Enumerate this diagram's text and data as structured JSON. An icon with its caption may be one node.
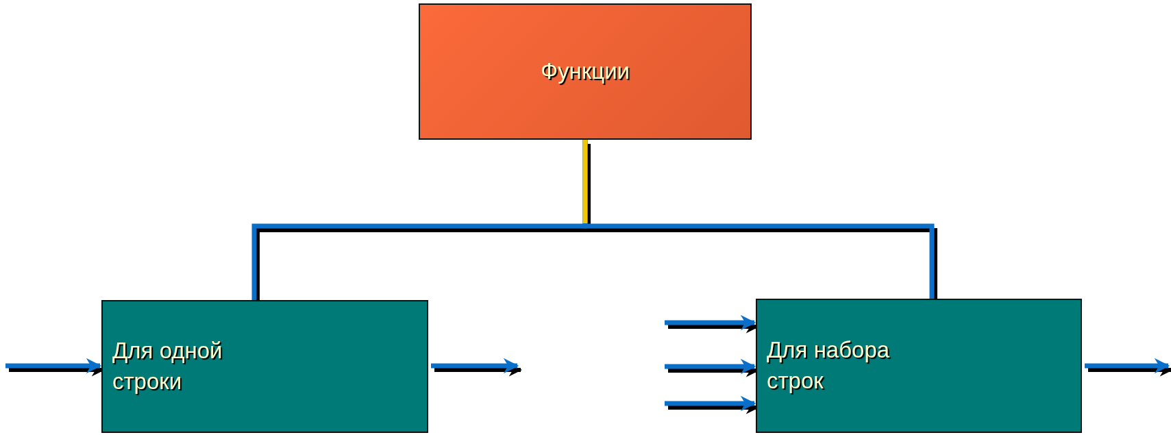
{
  "diagram": {
    "nodes": [
      {
        "text": [
          "Функции"
        ]
      },
      {
        "text": [
          "Для одной строки"
        ]
      },
      {
        "text": [
          "Для набора строк"
        ]
      }
    ],
    "edges": [
      {
        "from": 0,
        "to": 1,
        "arrow": "none"
      },
      {
        "from": 0,
        "to": 2,
        "arrow": "none"
      },
      {
        "from": null,
        "to": 1,
        "arrow": "to"
      },
      {
        "from": 1,
        "to": null,
        "arrow": "to"
      },
      {
        "from": null,
        "to": 2,
        "arrow": "to"
      },
      {
        "from": null,
        "to": 2,
        "arrow": "to"
      },
      {
        "from": null,
        "to": 2,
        "arrow": "to"
      },
      {
        "from": 2,
        "to": null,
        "arrow": "to"
      }
    ]
  }
}
